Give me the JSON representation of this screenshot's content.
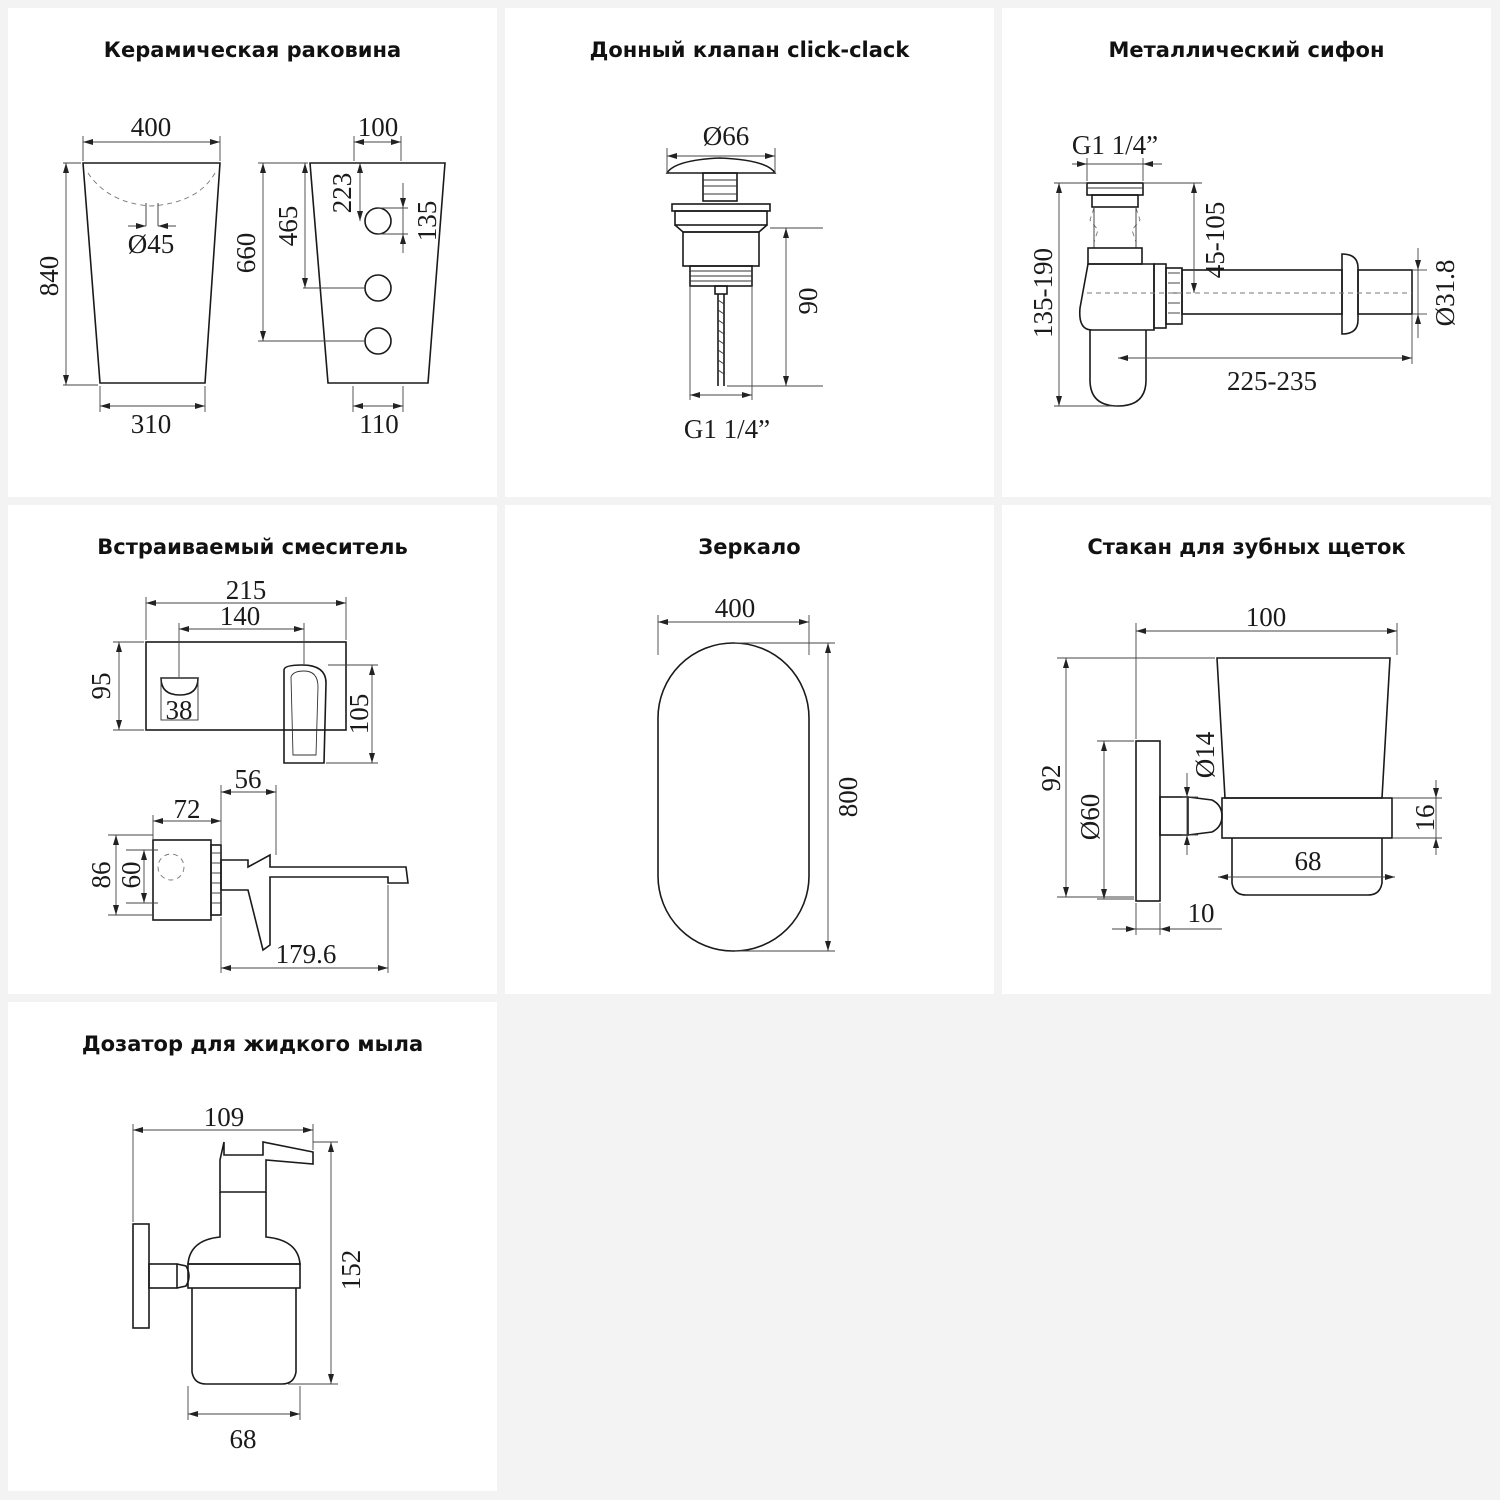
{
  "panels": {
    "sink": {
      "title": "Керамическая раковина",
      "dims": {
        "w_top": "400",
        "w_bottom": "310",
        "height": "840",
        "drain": "Ø45",
        "side_top": "100",
        "side_bottom": "110",
        "h1": "660",
        "h2": "465",
        "h3": "223",
        "h4": "135"
      }
    },
    "valve": {
      "title": "Донный клапан click-clack",
      "dims": {
        "diameter": "Ø66",
        "height": "90",
        "thread": "G1 1/4”"
      }
    },
    "siphon": {
      "title": "Металлический сифон",
      "dims": {
        "thread": "G1 1/4”",
        "height": "135-190",
        "offset": "45-105",
        "pipe": "Ø31.8",
        "length": "225-235"
      }
    },
    "mixer": {
      "title": "Встраиваемый смеситель",
      "dims": {
        "width": "215",
        "inner": "140",
        "height": "95",
        "knob": "38",
        "spout_h": "105",
        "depth": "56",
        "plate": "72",
        "h86": "86",
        "h60": "60",
        "reach": "179.6"
      }
    },
    "mirror": {
      "title": "Зеркало",
      "dims": {
        "width": "400",
        "height": "800"
      }
    },
    "tumbler": {
      "title": "Стакан для зубных щеток",
      "dims": {
        "width": "100",
        "height": "92",
        "pin": "Ø14",
        "base": "Ø60",
        "ring": "16",
        "cup": "68",
        "plate": "10"
      }
    },
    "dispenser": {
      "title": "Дозатор для жидкого мыла",
      "dims": {
        "width": "109",
        "height": "152",
        "bottom": "68"
      }
    }
  }
}
